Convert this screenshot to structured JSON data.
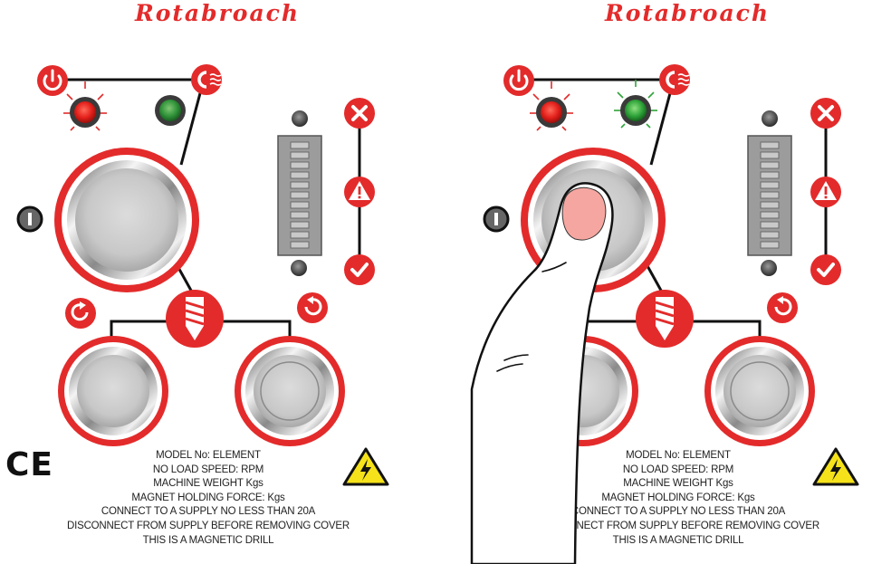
{
  "brand": "Rotabroach",
  "info_lines": [
    "MODEL No:   ELEMENT",
    "NO LOAD SPEED: RPM",
    "MACHINE WEIGHT Kgs",
    "MAGNET HOLDING FORCE: Kgs",
    "CONNECT TO A SUPPLY NO LESS THAN 20A",
    "DISCONNECT FROM SUPPLY BEFORE REMOVING COVER",
    "THIS IS A MAGNETIC DRILL"
  ],
  "ce_mark": "CE",
  "panels": [
    {
      "id": "left",
      "state": "idle",
      "red_led": "on",
      "green_led": "off",
      "finger_on_start": false
    },
    {
      "id": "right",
      "state": "start-pressed",
      "red_led": "on",
      "green_led": "on",
      "finger_on_start": true
    }
  ],
  "icons": {
    "power": "power-icon",
    "magnet": "magnet-icon",
    "stop": "stop-icon",
    "alert_high": "x-icon",
    "alert_warn": "warning-icon",
    "alert_ok": "check-icon",
    "rotate_cw": "rotate-clockwise-icon",
    "rotate_ccw": "rotate-counterclockwise-icon",
    "drill": "drill-bit-icon",
    "hazard": "electric-hazard-icon"
  },
  "colors": {
    "brand_red": "#e32b2b",
    "led_red": "#e3201b",
    "led_green": "#2fa43a",
    "hazard_yellow": "#f5e21a",
    "finger_tip": "#f6a6a0"
  }
}
